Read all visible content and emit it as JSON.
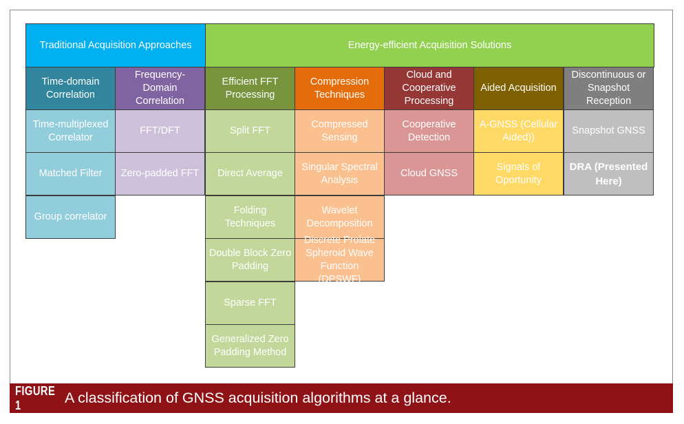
{
  "headers": {
    "traditional": "Traditional Acquisition Approaches",
    "energy_efficient": "Energy-efficient Acquisition Solutions"
  },
  "columns": [
    {
      "id": "time-domain",
      "title": "Time-domain\nCorrelation",
      "header_color": "#31859c",
      "cell_color": "#92cddc",
      "text_color": "#ffffff",
      "items": [
        {
          "label": "Time-multiplexed\nCorrelator"
        },
        {
          "label": "Matched Filter"
        },
        {
          "label": "Group correlator"
        }
      ]
    },
    {
      "id": "frequency-domain",
      "title": "Frequency-\nDomain\nCorrelation",
      "header_color": "#8064a2",
      "cell_color": "#ccc0da",
      "text_color": "#ffffff",
      "items": [
        {
          "label": "FFT/DFT"
        },
        {
          "label": "Zero-padded FFT"
        }
      ]
    },
    {
      "id": "efficient-fft",
      "title": "Efficient FFT\nProcessing",
      "header_color": "#77933c",
      "cell_color": "#c4d79b",
      "text_color": "#ffffff",
      "items": [
        {
          "label": "Split FFT"
        },
        {
          "label": "Direct Average"
        },
        {
          "label": "Folding\nTechniques"
        },
        {
          "label": "Double Block Zero\nPadding"
        },
        {
          "label": "Sparse FFT"
        },
        {
          "label": "Generalized Zero\nPadding Method"
        }
      ]
    },
    {
      "id": "compression",
      "title": "Compression\nTechniques",
      "header_color": "#e46c0a",
      "cell_color": "#fac090",
      "text_color": "#ffffff",
      "items": [
        {
          "label": "Compressed\nSensing"
        },
        {
          "label": "Singular Spectral\nAnalysis"
        },
        {
          "label": "Wavelet\nDecomposition"
        },
        {
          "label": "Discrete Prolate\nSpheroid Wave\nFunction (DPSWF)"
        }
      ]
    },
    {
      "id": "cloud-cooperative",
      "title": "Cloud and\nCooperative\nProcessing",
      "header_color": "#953735",
      "cell_color": "#da9694",
      "text_color": "#ffffff",
      "items": [
        {
          "label": "Cooperative\nDetection"
        },
        {
          "label": "Cloud GNSS"
        }
      ]
    },
    {
      "id": "aided",
      "title": "Aided Acquisition",
      "header_color": "#7f6000",
      "cell_color": "#ffd966",
      "text_color": "#ffffff",
      "items": [
        {
          "label": "A-GNSS (Cellular\nAided))"
        },
        {
          "label": "Signals of\nOportunity"
        }
      ]
    },
    {
      "id": "discontinuous",
      "title": "Discontinuous or\nSnapshot\nReception",
      "header_color": "#7f7f7f",
      "cell_color": "#bfbfbf",
      "text_color": "#ffffff",
      "items": [
        {
          "label": "Snapshot GNSS"
        },
        {
          "label": "DRA (Presented\nHere)",
          "bold": true
        }
      ]
    }
  ],
  "colors": {
    "traditional_header": "#00b0f0",
    "energy_header": "#92d050",
    "caption_bg": "#8e1216"
  },
  "caption": {
    "label": "FIGURE 1",
    "text": "A classification of GNSS acquisition algorithms at a glance."
  }
}
